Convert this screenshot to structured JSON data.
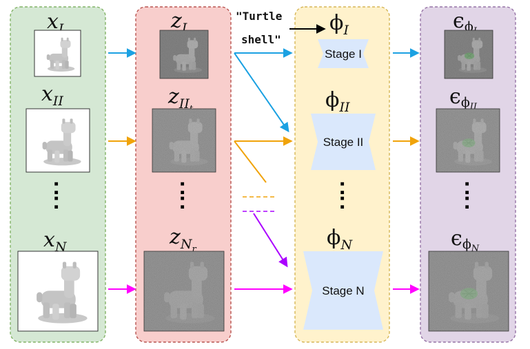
{
  "columns": {
    "images": {
      "labels": [
        {
          "base": "x",
          "sub": "I"
        },
        {
          "base": "x",
          "sub": "II"
        },
        {
          "base": "x",
          "sub": "N"
        }
      ]
    },
    "latents": {
      "labels": [
        {
          "base": "z",
          "sub": "I",
          "subsub": "s"
        },
        {
          "base": "z",
          "sub": "II",
          "subsub": "t"
        },
        {
          "base": "z",
          "sub": "N",
          "subsub": "r"
        }
      ]
    },
    "stages": {
      "phi_labels": [
        {
          "base": "ϕ",
          "sub": "I"
        },
        {
          "base": "ϕ",
          "sub": "II"
        },
        {
          "base": "ϕ",
          "sub": "N"
        }
      ],
      "stage_names": [
        "Stage I",
        "Stage II",
        "Stage N"
      ]
    },
    "noise": {
      "labels": [
        {
          "base": "ϵ",
          "sub": "ϕ",
          "subsub": "I"
        },
        {
          "base": "ϵ",
          "sub": "ϕ",
          "subsub": "II"
        },
        {
          "base": "ϵ",
          "sub": "ϕ",
          "subsub": "N"
        }
      ]
    }
  },
  "prompt": {
    "line1": "\"Turtle",
    "line2": "shell\""
  },
  "ellipsis": ":",
  "colors": {
    "green_panel": "#d5e8d4",
    "green_border": "#82b366",
    "red_panel": "#f8cecc",
    "red_border": "#b85450",
    "yellow_panel": "#fff2cc",
    "yellow_border": "#d6b656",
    "purple_panel": "#e1d5e7",
    "purple_border": "#9673a6",
    "stage_block": "#dae8fc",
    "arrow_blue": "#1ba1e2",
    "arrow_orange": "#f0a30a",
    "arrow_magenta": "#ff00ff",
    "arrow_purple": "#aa00ff"
  }
}
